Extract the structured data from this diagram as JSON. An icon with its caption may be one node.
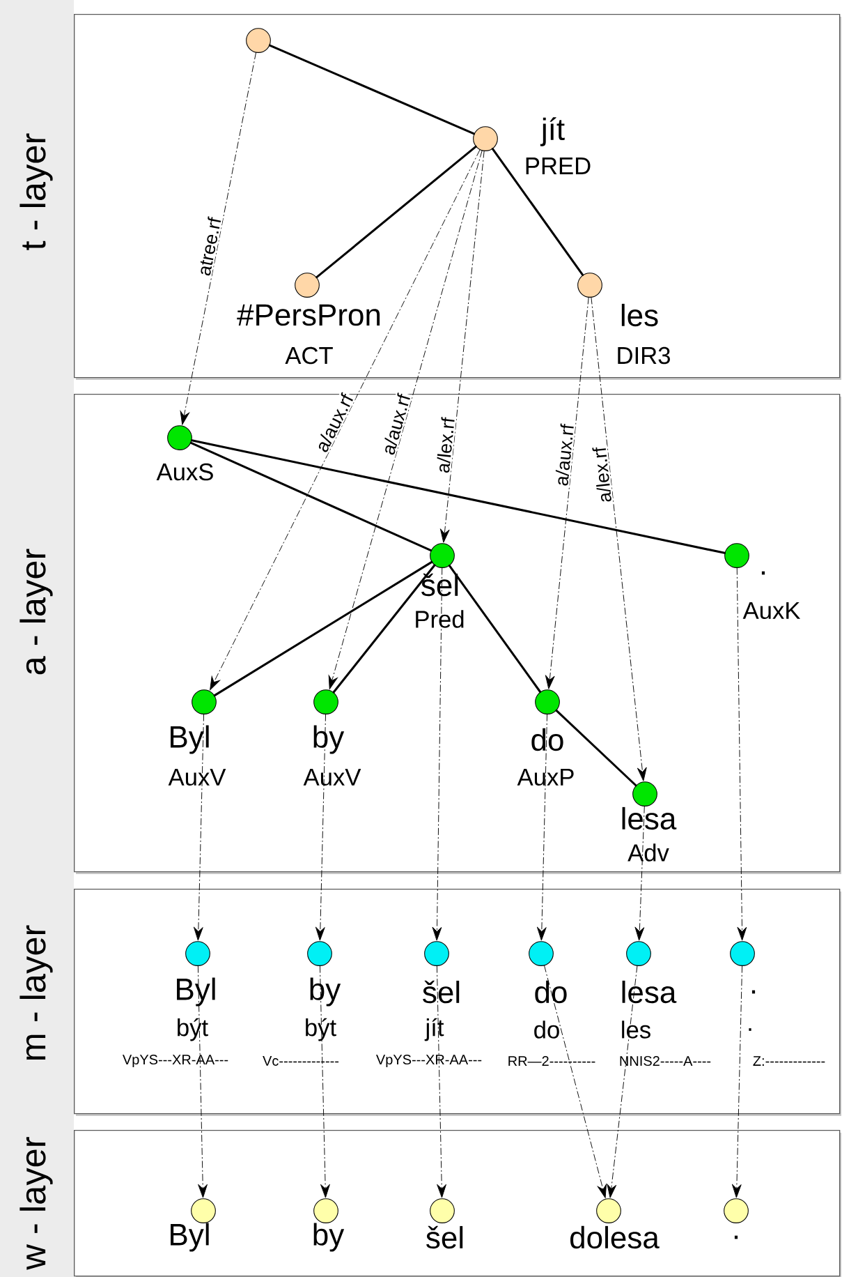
{
  "diagram": {
    "nodes": [
      {
        "text": [
          "t - layer"
        ]
      },
      {
        "text": [
          "a - layer"
        ]
      },
      {
        "text": [
          "m - layer"
        ]
      },
      {
        "text": [
          "w - layer"
        ]
      },
      {
        "text": [],
        "shape": "circle",
        "in": 0
      },
      {
        "text": [
          "jít",
          "PRED"
        ],
        "in": 0
      },
      {
        "text": [
          "#PersPron",
          "ACT"
        ],
        "in": 0
      },
      {
        "text": [
          "les",
          "DIR3"
        ],
        "in": 0
      },
      {
        "text": [
          "AuxS"
        ],
        "in": 1
      },
      {
        "text": [
          "šel",
          "Pred"
        ],
        "in": 1
      },
      {
        "text": [
          ".",
          "AuxK"
        ],
        "in": 1
      },
      {
        "text": [
          "Byl",
          "AuxV"
        ],
        "in": 1
      },
      {
        "text": [
          "by",
          "AuxV"
        ],
        "in": 1
      },
      {
        "text": [
          "do",
          "AuxP"
        ],
        "in": 1
      },
      {
        "text": [
          "lesa",
          "Adv"
        ],
        "in": 1
      },
      {
        "text": [
          "Byl",
          "být",
          "VpYS---XR-AA---"
        ],
        "in": 2
      },
      {
        "text": [
          "by",
          "být",
          "Vc-------------"
        ],
        "in": 2
      },
      {
        "text": [
          "šel",
          "jít",
          "VpYS---XR-AA---"
        ],
        "in": 2
      },
      {
        "text": [
          "do",
          "do",
          "RR—2----------"
        ],
        "in": 2
      },
      {
        "text": [
          "lesa",
          "les",
          "NNIS2-----A----"
        ],
        "in": 2
      },
      {
        "text": [
          ".",
          ".",
          "Z:-------------"
        ],
        "in": 2
      },
      {
        "text": [
          "Byl"
        ],
        "in": 3
      },
      {
        "text": [
          "by"
        ],
        "in": 3
      },
      {
        "text": [
          "šel"
        ],
        "in": 3
      },
      {
        "text": [
          "dolesa"
        ],
        "in": 3
      },
      {
        "text": [
          "."
        ],
        "in": 3
      }
    ],
    "edges": [
      {
        "from": 4,
        "to": 5,
        "arrow": "none"
      },
      {
        "from": 5,
        "to": 6,
        "arrow": "none"
      },
      {
        "from": 5,
        "to": 7,
        "arrow": "none"
      },
      {
        "from": 8,
        "to": 9,
        "arrow": "none"
      },
      {
        "from": 8,
        "to": 10,
        "arrow": "none"
      },
      {
        "from": 9,
        "to": 11,
        "arrow": "none"
      },
      {
        "from": 9,
        "to": 12,
        "arrow": "none"
      },
      {
        "from": 9,
        "to": 13,
        "arrow": "none"
      },
      {
        "from": 13,
        "to": 14,
        "arrow": "none"
      },
      {
        "from": 4,
        "to": 8,
        "arrow": "to",
        "style": "dashed",
        "label": "atree.rf"
      },
      {
        "from": 5,
        "to": 11,
        "arrow": "to",
        "style": "dashed",
        "label": "a/aux.rf"
      },
      {
        "from": 5,
        "to": 12,
        "arrow": "to",
        "style": "dashed",
        "label": "a/aux.rf"
      },
      {
        "from": 5,
        "to": 9,
        "arrow": "to",
        "style": "dashed",
        "label": "a/lex.rf"
      },
      {
        "from": 7,
        "to": 13,
        "arrow": "to",
        "style": "dashed",
        "label": "a/aux.rf"
      },
      {
        "from": 7,
        "to": 14,
        "arrow": "to",
        "style": "dashed",
        "label": "a/lex.rf"
      },
      {
        "from": 11,
        "to": 15,
        "arrow": "to",
        "style": "dashed"
      },
      {
        "from": 12,
        "to": 16,
        "arrow": "to",
        "style": "dashed"
      },
      {
        "from": 9,
        "to": 17,
        "arrow": "to",
        "style": "dashed"
      },
      {
        "from": 13,
        "to": 18,
        "arrow": "to",
        "style": "dashed"
      },
      {
        "from": 14,
        "to": 19,
        "arrow": "to",
        "style": "dashed"
      },
      {
        "from": 10,
        "to": 20,
        "arrow": "to",
        "style": "dashed"
      },
      {
        "from": 15,
        "to": 21,
        "arrow": "to",
        "style": "dashed"
      },
      {
        "from": 16,
        "to": 22,
        "arrow": "to",
        "style": "dashed"
      },
      {
        "from": 17,
        "to": 23,
        "arrow": "to",
        "style": "dashed"
      },
      {
        "from": 18,
        "to": 24,
        "arrow": "to",
        "style": "dashed"
      },
      {
        "from": 19,
        "to": 24,
        "arrow": "to",
        "style": "dashed"
      },
      {
        "from": 20,
        "to": 25,
        "arrow": "to",
        "style": "dashed"
      }
    ]
  }
}
